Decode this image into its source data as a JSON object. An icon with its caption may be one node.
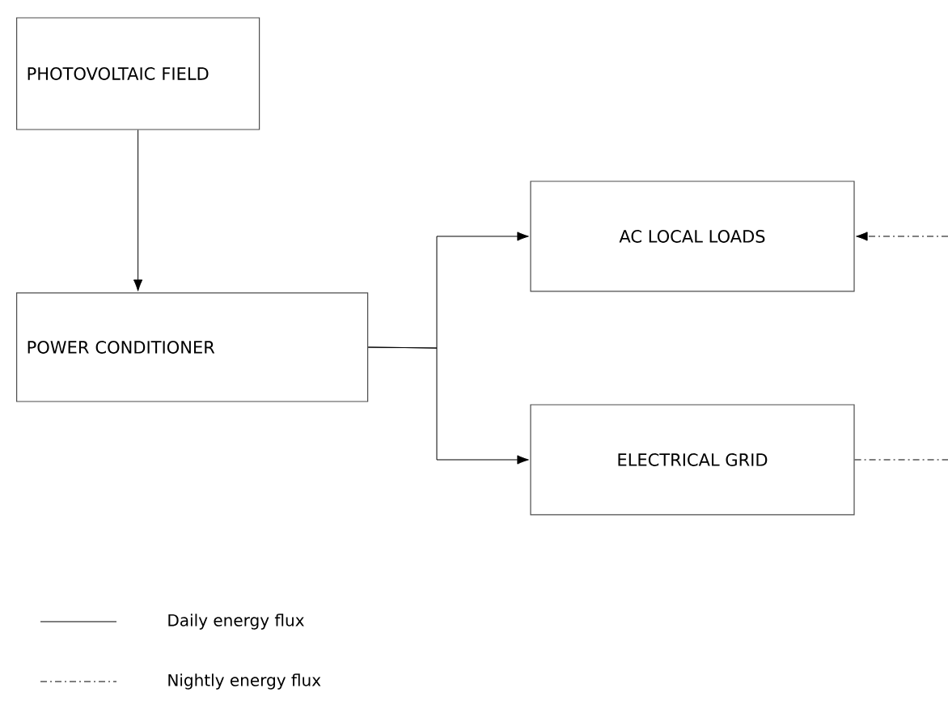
{
  "diagram": {
    "nodes": [
      {
        "text": [
          "PHOTOVOLTAIC FIELD"
        ]
      },
      {
        "text": [
          "POWER CONDITIONER"
        ]
      },
      {
        "text": [
          "AC LOCAL LOADS"
        ]
      },
      {
        "text": [
          "ELECTRICAL GRID"
        ]
      }
    ],
    "edges": [
      {
        "from": 0,
        "to": 1,
        "arrow": "to"
      },
      {
        "from": 1,
        "to": 2,
        "arrow": "to"
      },
      {
        "from": 1,
        "to": 3,
        "arrow": "to"
      },
      {
        "from": null,
        "to": 2,
        "arrow": "to",
        "style": "dashed"
      },
      {
        "from": 3,
        "to": null,
        "arrow": "none",
        "style": "dashed"
      }
    ],
    "legend": [
      {
        "text": "Daily energy flux"
      },
      {
        "text": "Nightly  energy flux"
      }
    ]
  }
}
